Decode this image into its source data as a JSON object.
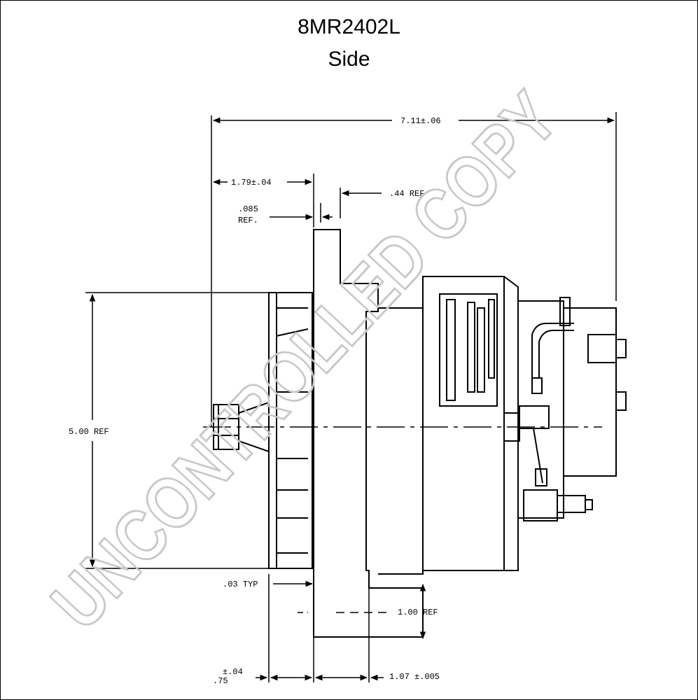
{
  "header": {
    "part_number": "8MR2402L",
    "view": "Side"
  },
  "dimensions": {
    "overall_length": "7.11±.06",
    "front_offset": "1.79±.04",
    "flange_width": ".44 REF",
    "gap_value": ".085",
    "gap_ref": "REF.",
    "pulley_diameter": "5.00 REF",
    "typ": ".03 TYP",
    "flange_height": "1.00 REF",
    "thickness_sup": "±.04",
    "thickness_base": ".75",
    "foot_offset": "1.07 ±.005"
  },
  "watermark": "UNCONTROLLED COPY",
  "colors": {
    "line": "#000000",
    "watermark": "#c8c8c8"
  }
}
